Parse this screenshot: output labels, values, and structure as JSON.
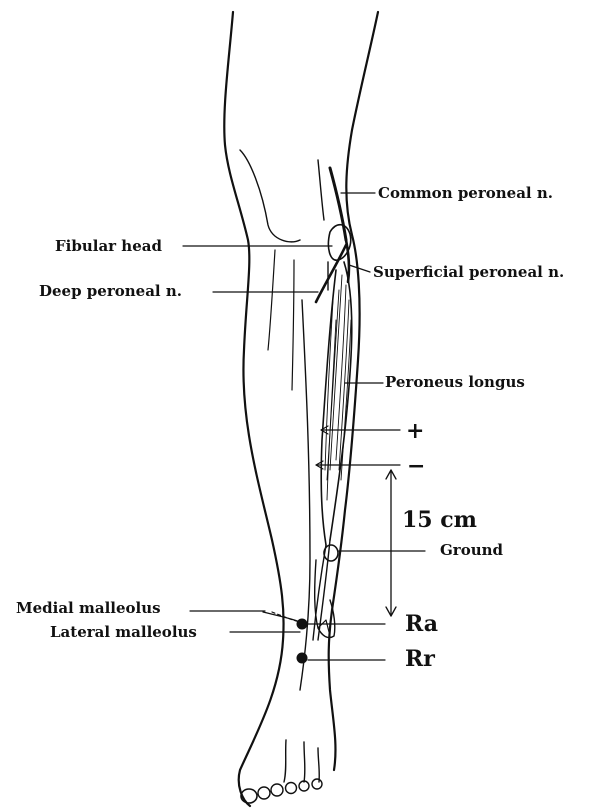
{
  "labels": {
    "common_peroneal": "Common peroneal n.",
    "fibular_head": "Fibular head",
    "superficial_peroneal": "Superficial peroneal n.",
    "deep_peroneal": "Deep peroneal n.",
    "peroneus_longus": "Peroneus longus",
    "plus": "+",
    "minus": "−",
    "distance": "15 cm",
    "ground": "Ground",
    "medial_malleolus": "Medial malleolus",
    "lateral_malleolus": "Lateral malleolus",
    "ra": "Ra",
    "rr": "Rr"
  },
  "colors": {
    "ink": "#111111",
    "background": "#ffffff"
  }
}
